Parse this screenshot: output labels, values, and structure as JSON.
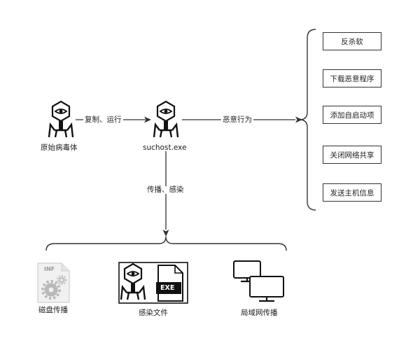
{
  "nodes": {
    "origin": "原始病毒体",
    "suchost": "suchost.exe"
  },
  "edges": {
    "copy_run": "复制、运行",
    "malicious": "恶意行为",
    "spread": "传播、感染"
  },
  "behaviors": [
    "反杀软",
    "下载恶意程序",
    "添加自启动项",
    "关闭网络共享",
    "发送主机信息"
  ],
  "targets": {
    "disk": "磁盘传播",
    "files": "感染文件",
    "lan": "局域网传播"
  },
  "icon_text": {
    "inf": "INF",
    "exe": "EXE"
  }
}
